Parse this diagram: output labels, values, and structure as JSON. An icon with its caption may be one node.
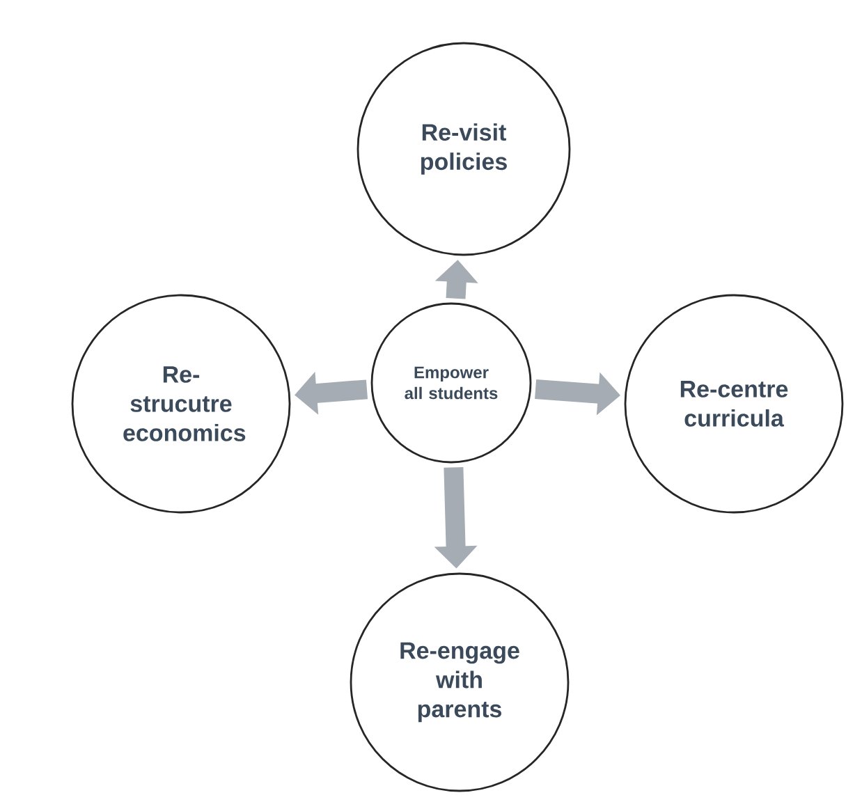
{
  "diagram": {
    "nodes": [
      {
        "text": [
          "Empower all students"
        ]
      },
      {
        "text": [
          "Re-visit policies"
        ]
      },
      {
        "text": [
          "Re-centre curricula"
        ]
      },
      {
        "text": [
          "Re-engage with parents"
        ]
      },
      {
        "text": [
          "Re- strucutre economics"
        ]
      }
    ],
    "edges": [
      {
        "from": 0,
        "to": 1,
        "arrow": "to"
      },
      {
        "from": 0,
        "to": 2,
        "arrow": "to"
      },
      {
        "from": 0,
        "to": 3,
        "arrow": "to"
      },
      {
        "from": 0,
        "to": 4,
        "arrow": "to"
      }
    ]
  }
}
